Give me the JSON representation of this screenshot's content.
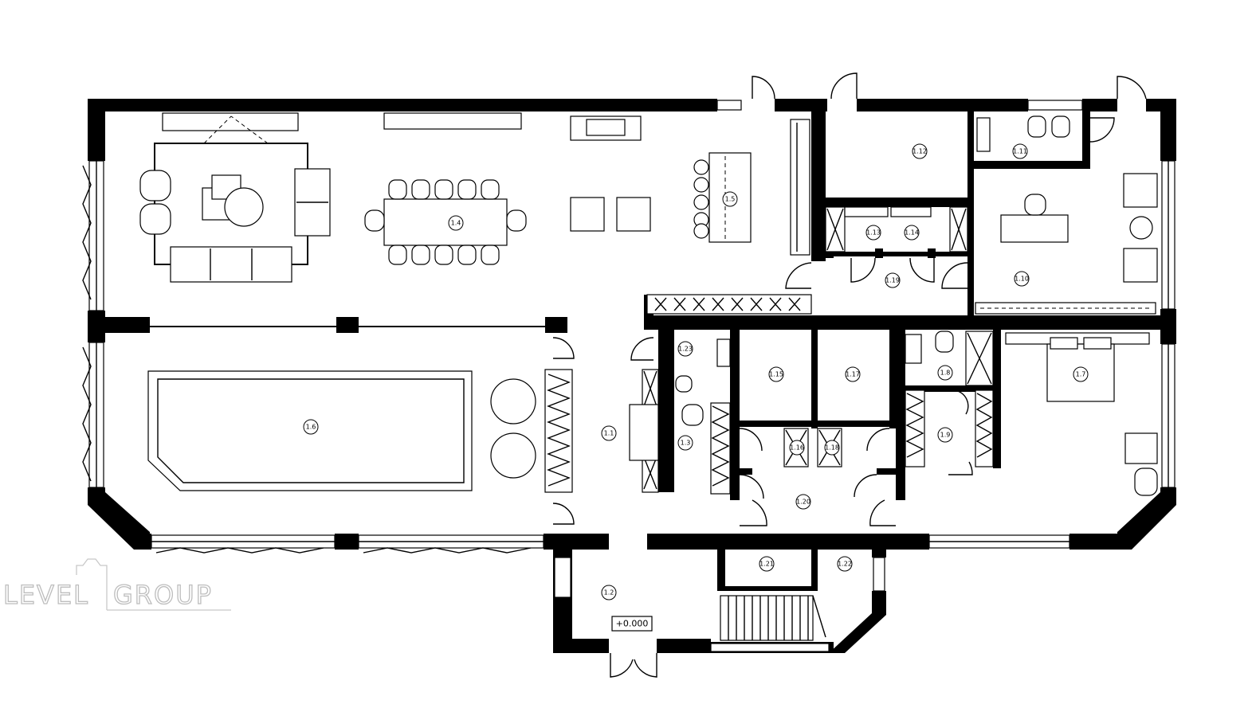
{
  "plan": {
    "level_mark": "+0.000",
    "rooms": [
      {
        "id": "1.1"
      },
      {
        "id": "1.2"
      },
      {
        "id": "1.3"
      },
      {
        "id": "1.4"
      },
      {
        "id": "1.5"
      },
      {
        "id": "1.6"
      },
      {
        "id": "1.7"
      },
      {
        "id": "1.8"
      },
      {
        "id": "1.9"
      },
      {
        "id": "1.10"
      },
      {
        "id": "1.11"
      },
      {
        "id": "1.12"
      },
      {
        "id": "1.13"
      },
      {
        "id": "1.14"
      },
      {
        "id": "1.15"
      },
      {
        "id": "1.16"
      },
      {
        "id": "1.17"
      },
      {
        "id": "1.18"
      },
      {
        "id": "1.19"
      },
      {
        "id": "1.20"
      },
      {
        "id": "1.21"
      },
      {
        "id": "1.22"
      },
      {
        "id": "1.23"
      }
    ]
  },
  "watermark": {
    "part_a": "LEVEL",
    "part_b": "GROUP"
  }
}
